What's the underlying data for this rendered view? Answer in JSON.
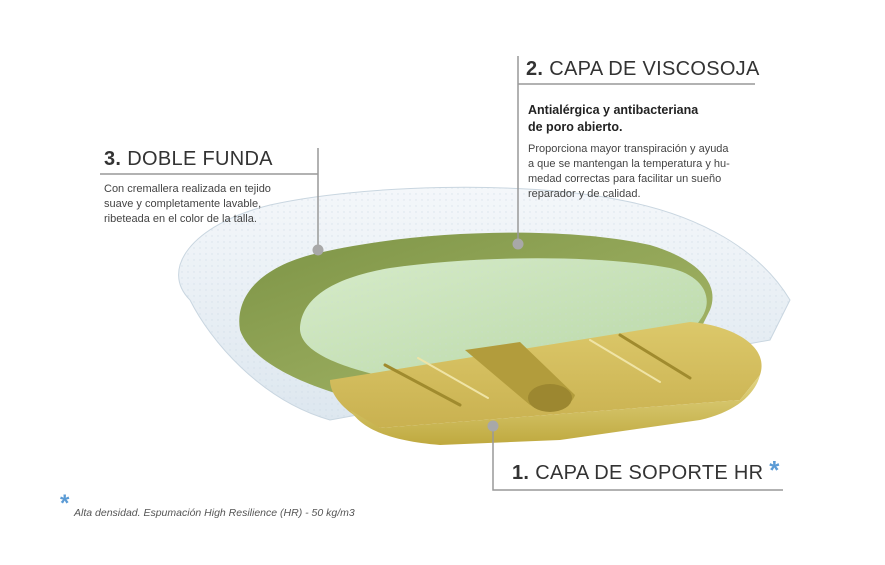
{
  "labels": {
    "funda": {
      "number": "3.",
      "title": "DOBLE FUNDA",
      "description": [
        "Con cremallera realizada en tejido",
        "suave y completamente lavable,",
        "ribeteada en el color de la talla."
      ]
    },
    "viscosoja": {
      "number": "2.",
      "title": "CAPA DE VISCOSOJA",
      "subtitle": [
        "Antialérgica y antibacteriana",
        "de poro abierto."
      ],
      "description": [
        "Proporciona mayor transpiración y ayuda",
        "a que se mantengan la temperatura y hu-",
        "medad correctas para facilitar un sueño",
        "reparador y de calidad."
      ]
    },
    "soporte": {
      "number": "1.",
      "title": "CAPA DE SOPORTE HR",
      "marker": "*"
    }
  },
  "footnote": {
    "marker": "*",
    "text": "Alta densidad. Espumación High Resilience (HR) - 50 kg/m3"
  },
  "colors": {
    "cover": "#e6eef4",
    "green_outer": "#8fa35a",
    "green_foam": "#c9e3bd",
    "yellow_foam": "#d9c86a",
    "accent_star": "#5b9bd5",
    "leader_line": "#999999"
  }
}
